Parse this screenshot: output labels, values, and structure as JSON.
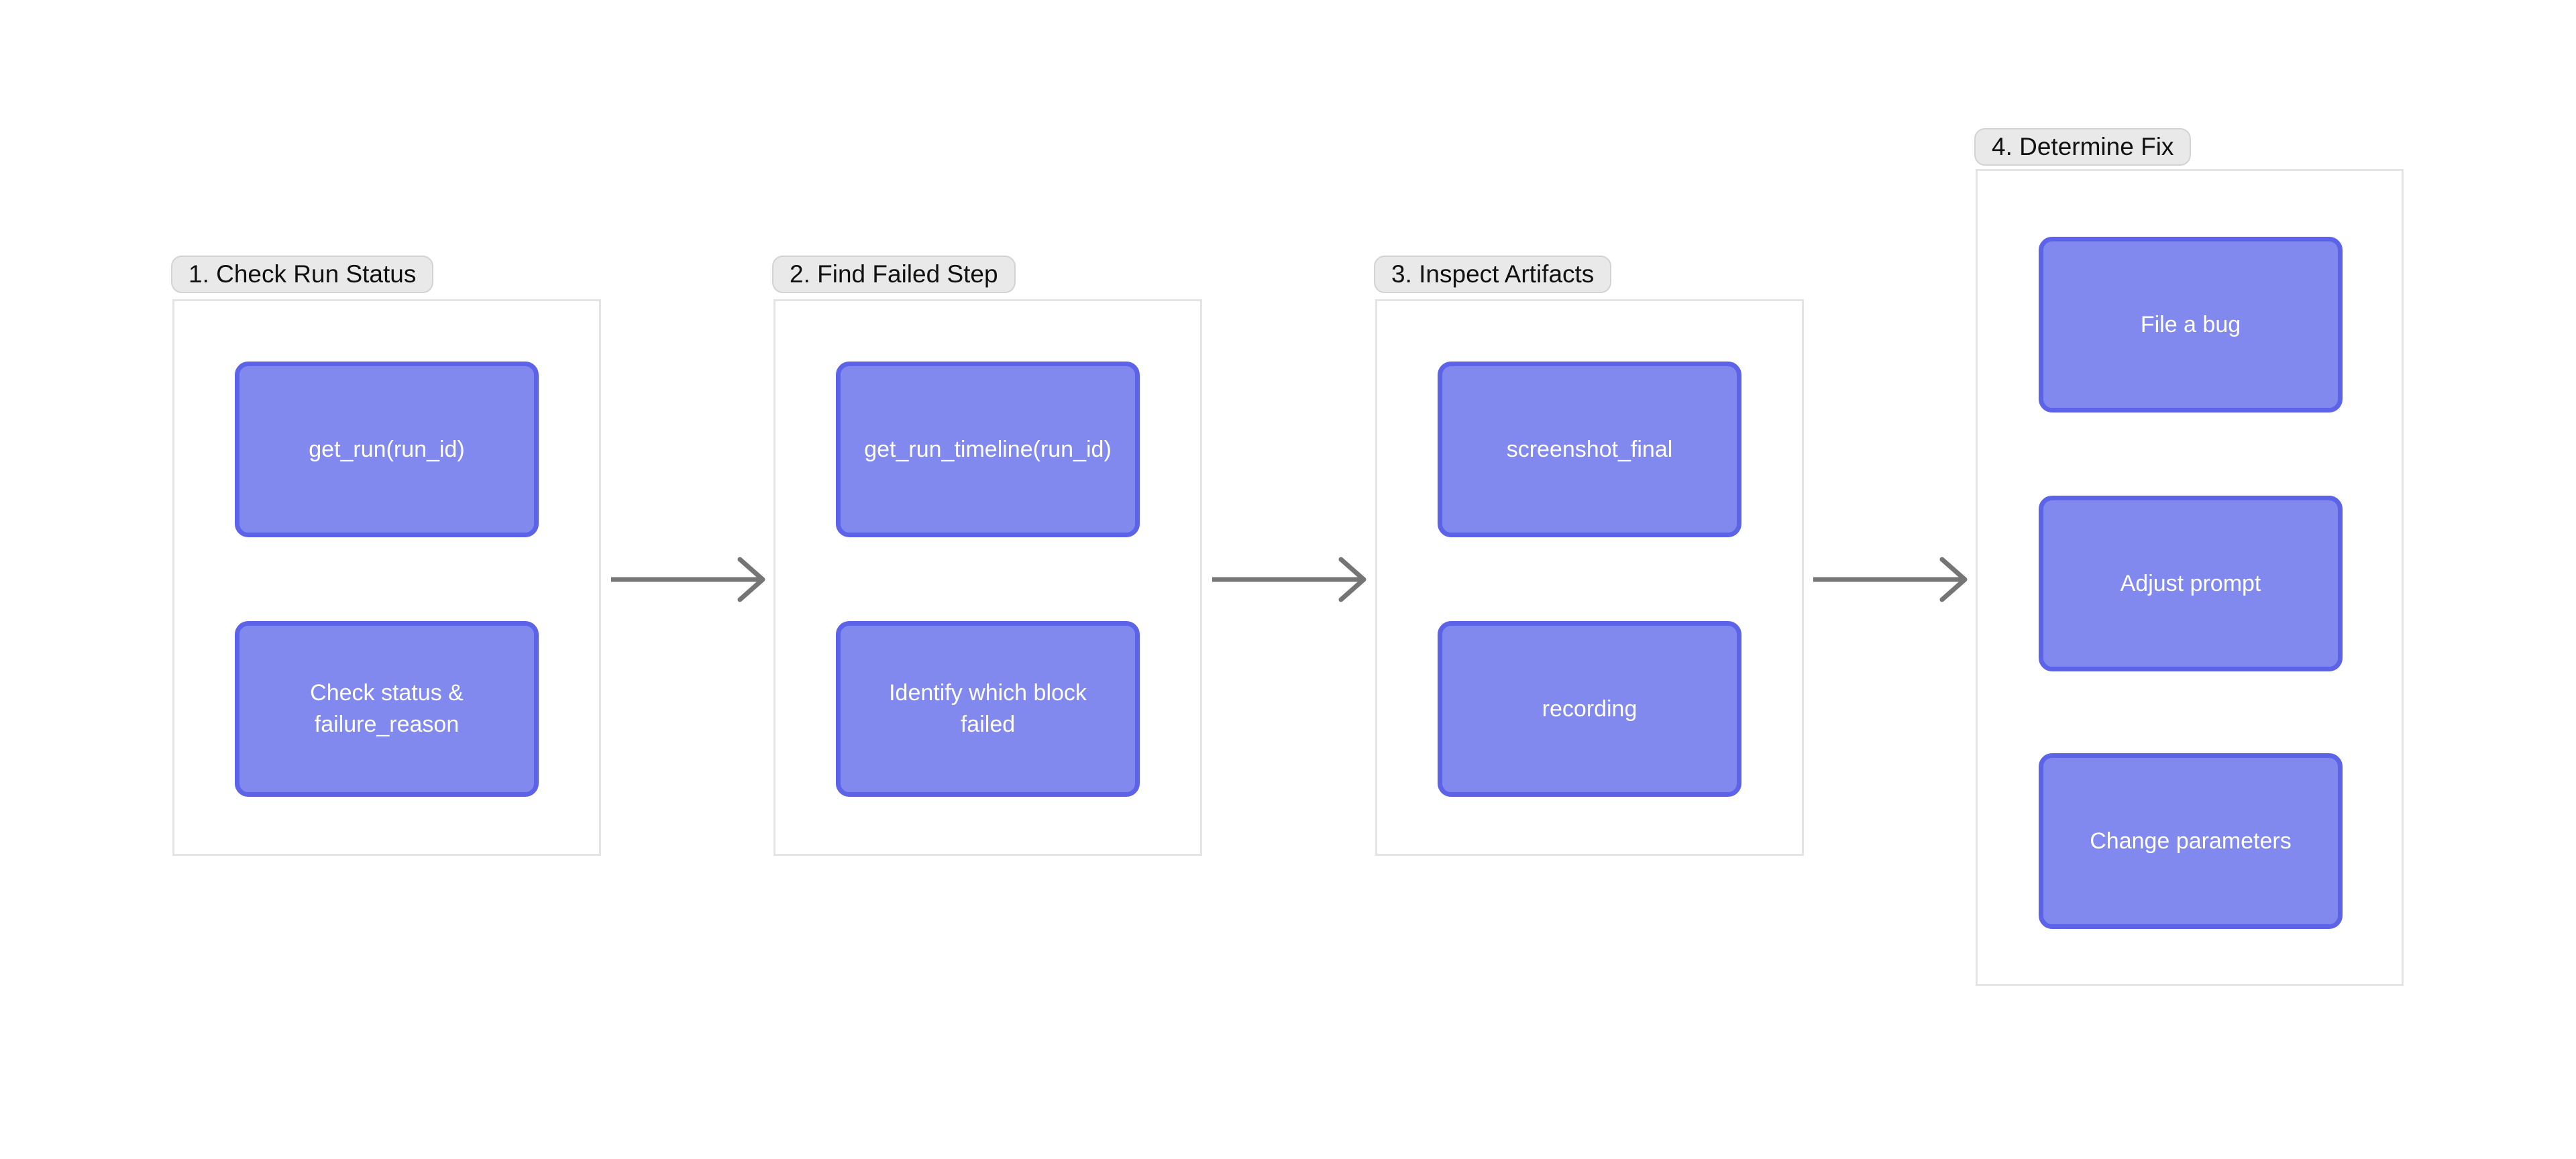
{
  "colors": {
    "canvas_bg": "#ffffff",
    "node_fill": "#8189ef",
    "node_border": "#5d63e8",
    "node_text": "#ffffff",
    "label_bg": "#e9e9e9",
    "label_border": "#d3d3d3",
    "label_text": "#111111",
    "panel_bg": "#ffffff",
    "panel_border": "#e4e4e4",
    "arrow": "#757575"
  },
  "groups": [
    {
      "label": "1. Check Run Status",
      "nodes": [
        "get_run(run_id)",
        "Check status & failure_reason"
      ]
    },
    {
      "label": "2. Find Failed Step",
      "nodes": [
        "get_run_timeline(run_id)",
        "Identify which block failed"
      ]
    },
    {
      "label": "3. Inspect Artifacts",
      "nodes": [
        "screenshot_final",
        "recording"
      ]
    },
    {
      "label": "4. Determine Fix",
      "nodes": [
        "File a bug",
        "Adjust prompt",
        "Change parameters"
      ]
    }
  ],
  "connections": [
    {
      "from": "1. Check Run Status",
      "to": "2. Find Failed Step",
      "direction": "right"
    },
    {
      "from": "2. Find Failed Step",
      "to": "3. Inspect Artifacts",
      "direction": "right"
    },
    {
      "from": "3. Inspect Artifacts",
      "to": "4. Determine Fix",
      "direction": "right"
    }
  ]
}
